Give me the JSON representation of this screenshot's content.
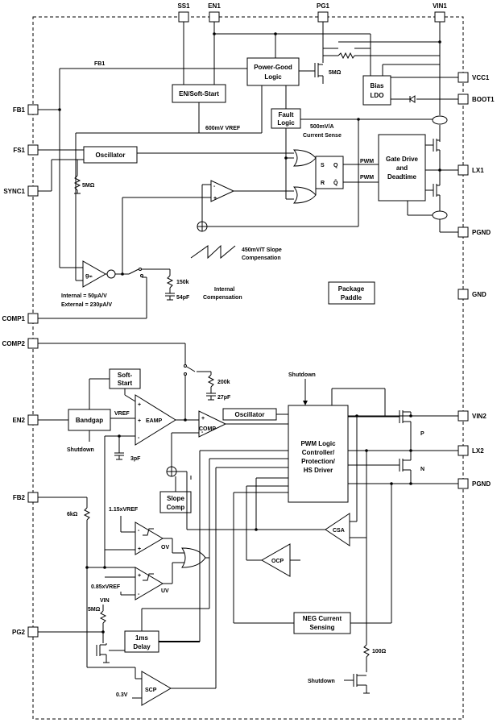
{
  "pins": {
    "ss1": "SS1",
    "en1": "EN1",
    "pg1": "PG1",
    "vin1": "VIN1",
    "vcc1": "VCC1",
    "boot1": "BOOT1",
    "lx1": "LX1",
    "pgnd1": "PGND",
    "gnd": "GND",
    "fb1": "FB1",
    "fs1": "FS1",
    "sync1": "SYNC1",
    "comp1": "COMP1",
    "comp2": "COMP2",
    "en2": "EN2",
    "fb2": "FB2",
    "pg2": "PG2",
    "vin2": "VIN2",
    "lx2": "LX2",
    "pgnd2": "PGND"
  },
  "blocks": {
    "en_soft_start": "EN/Soft-Start",
    "power_good_1": "Power-Good",
    "power_good_2": "Logic",
    "bias_ldo_1": "Bias",
    "bias_ldo_2": "LDO",
    "fault_logic_1": "Fault",
    "fault_logic_2": "Logic",
    "oscillator1": "Oscillator",
    "gate_drive_1": "Gate Drive",
    "gate_drive_2": "and",
    "gate_drive_3": "Deadtime",
    "package_paddle_1": "Package",
    "package_paddle_2": "Paddle",
    "soft_start_1": "Soft-",
    "soft_start_2": "Start",
    "bandgap": "Bandgap",
    "oscillator2": "Oscillator",
    "pwm_logic_1": "PWM Logic",
    "pwm_logic_2": "Controller/",
    "pwm_logic_3": "Protection/",
    "pwm_logic_4": "HS Driver",
    "slope_comp_1": "Slope",
    "slope_comp_2": "Comp",
    "delay_1": "1ms",
    "delay_2": "Delay",
    "neg_current_1": "NEG Current",
    "neg_current_2": "Sensing"
  },
  "labels": {
    "fb1_net": "FB1",
    "r_pg1": "5MΩ",
    "vref600": "600mV VREF",
    "current_sense_1": "500mV/A",
    "current_sense_2": "Current Sense",
    "pwm_a": "PWM",
    "pwm_b": "PWM",
    "latch_s": "S",
    "latch_q": "Q",
    "latch_r": "R",
    "latch_qbar": "Q̄",
    "r_sync": "5MΩ",
    "gm": "gₘ",
    "gm_internal": "Internal = 50µA/V",
    "gm_external": "External = 230µA/V",
    "slope1_1": "450mV/T Slope",
    "slope1_2": "Compensation",
    "r150k": "150k",
    "c54pf": "54pF",
    "int_comp_1": "Internal",
    "int_comp_2": "Compensation",
    "shutdown_top": "Shutdown",
    "r200k": "200k",
    "c27pf": "27pF",
    "vref": "VREF",
    "eamp": "EAMP",
    "comp": "COMP",
    "shutdown_bg": "Shutdown",
    "c3pf": "3pF",
    "p_fet": "P",
    "n_fet": "N",
    "r6k": "6kΩ",
    "vref115": "1.15xVREF",
    "vref085": "0.85xVREF",
    "ov": "OV",
    "uv": "UV",
    "csa": "CSA",
    "ocp": "OCP",
    "vin_pg2": "VIN",
    "r_pg2": "5MΩ",
    "scp": "SCP",
    "v03": "0.3V",
    "r100": "100Ω",
    "shutdown_bottom": "Shutdown",
    "plus": "+",
    "minus": "-"
  }
}
